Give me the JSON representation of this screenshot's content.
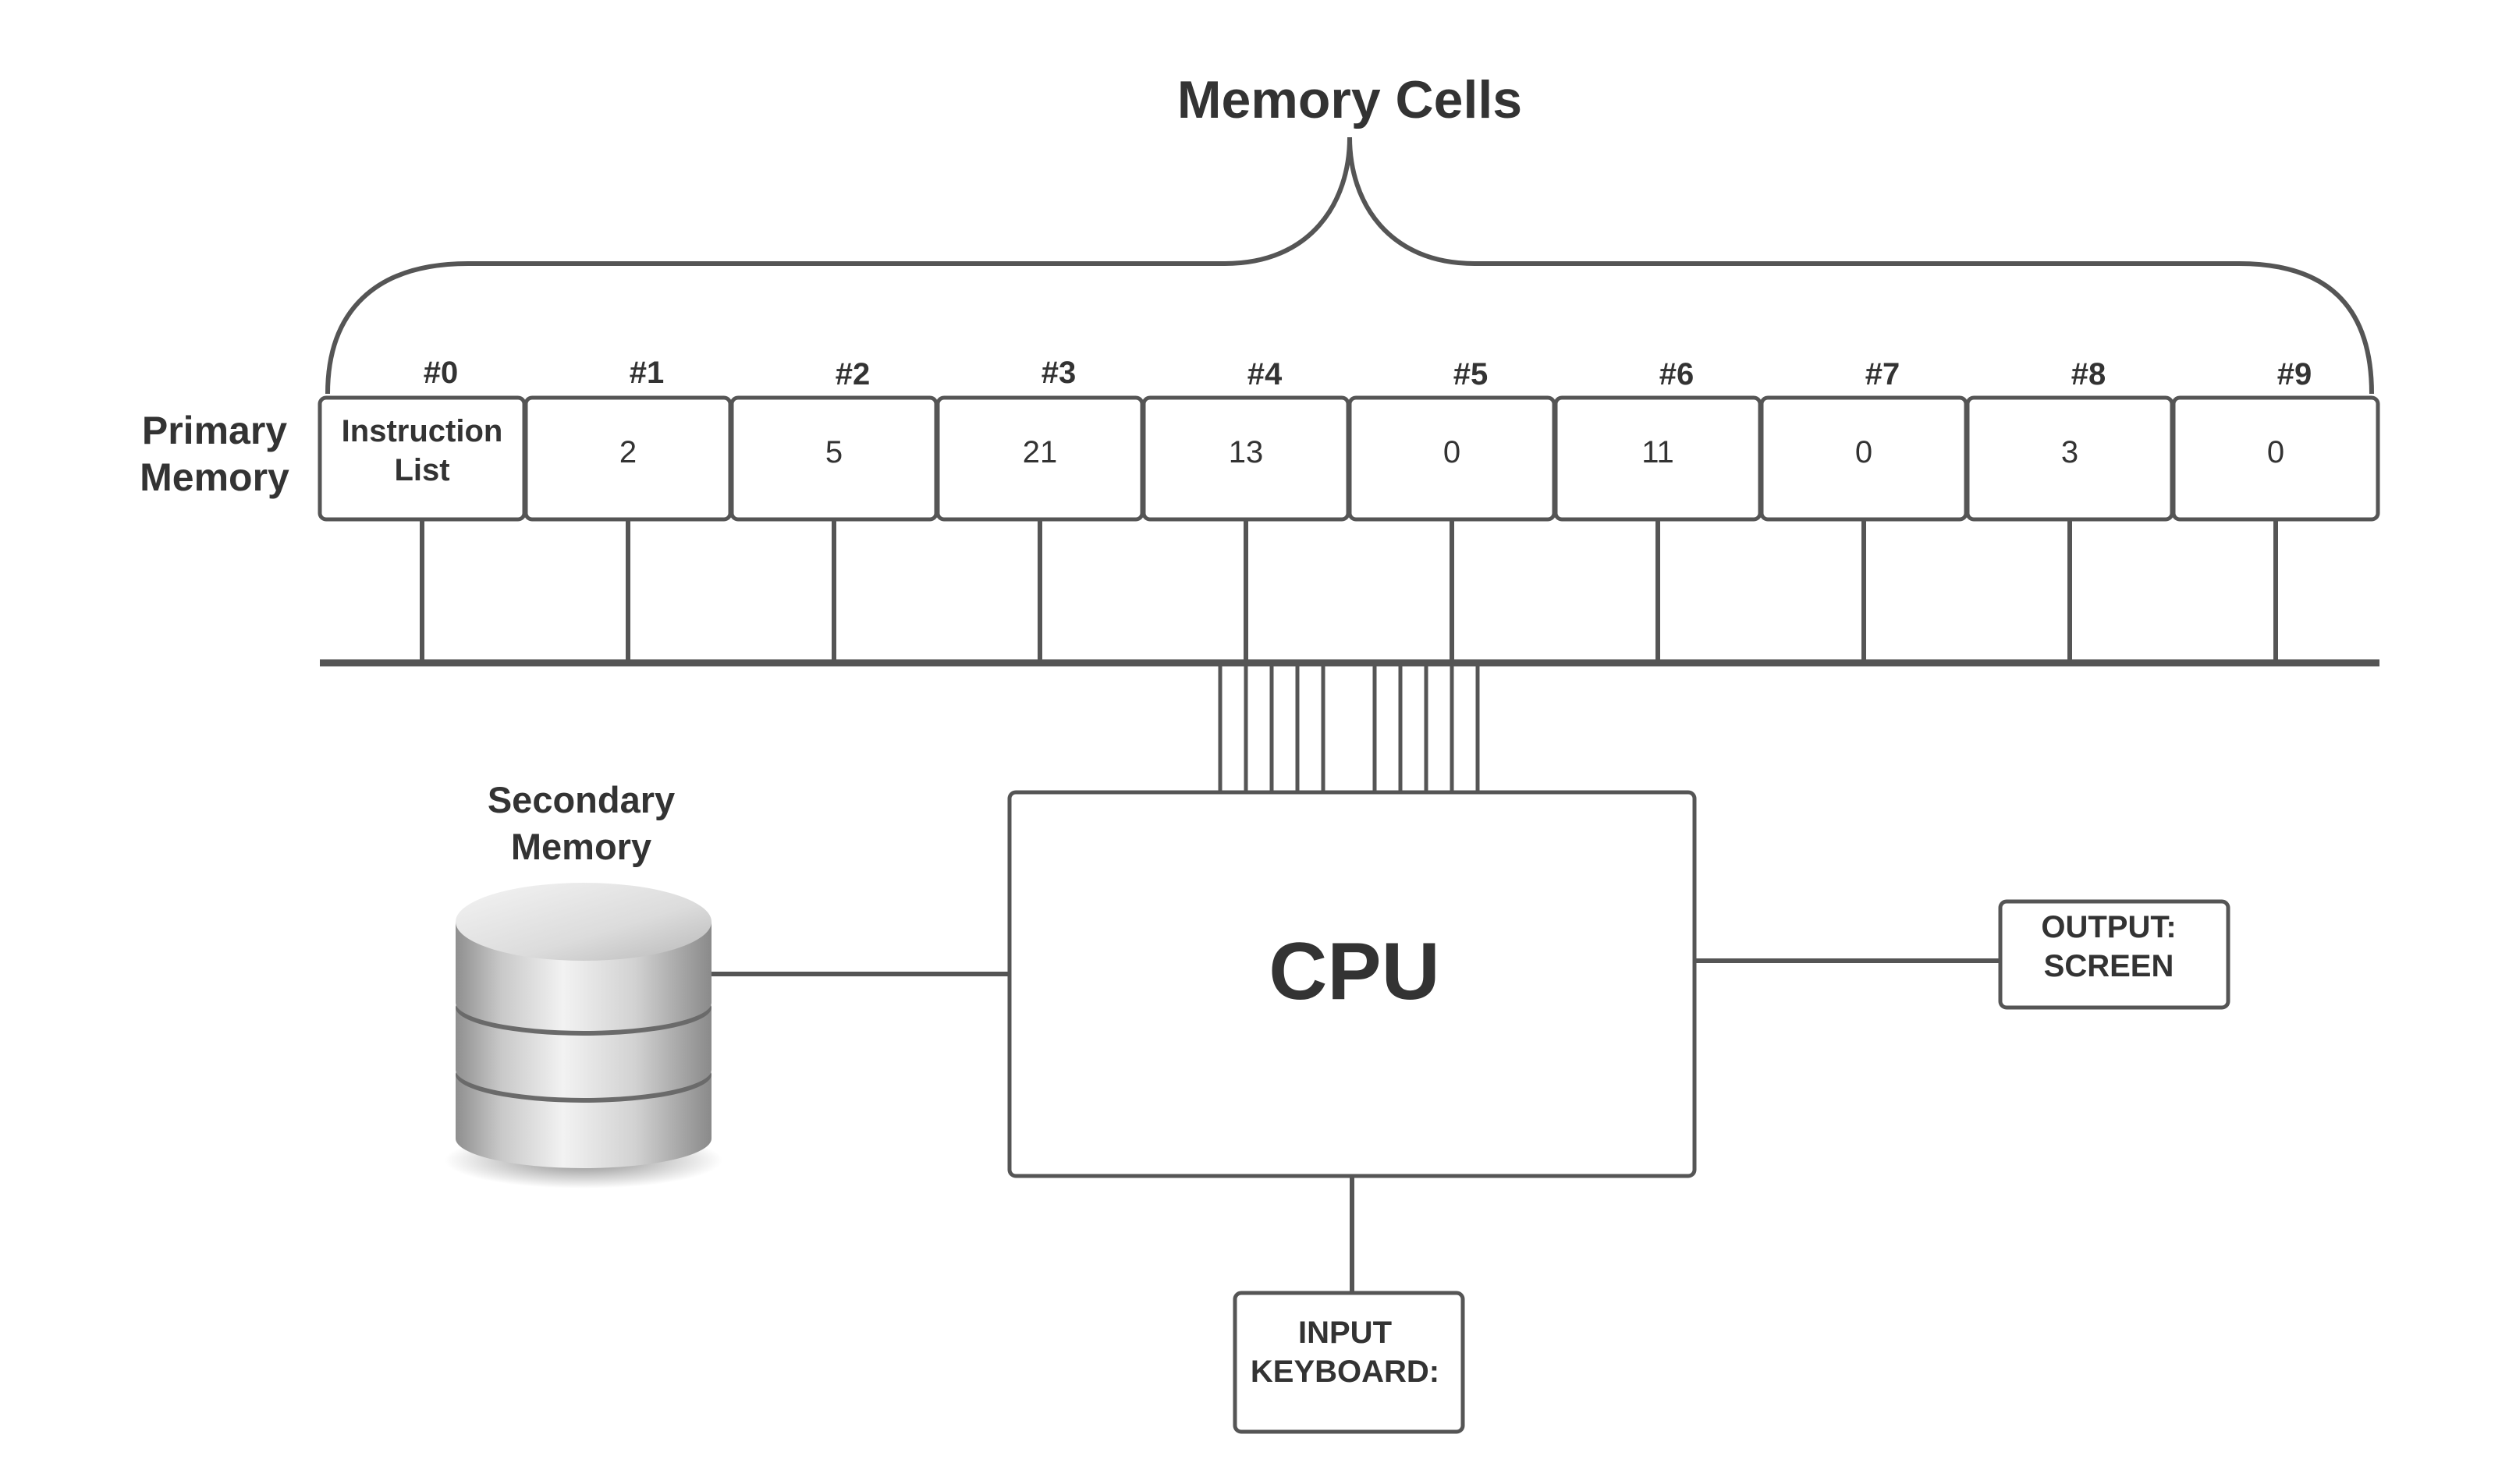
{
  "diagram": {
    "title": "Memory Cells",
    "primary_memory": {
      "label_line1": "Primary",
      "label_line2": "Memory",
      "cells": [
        {
          "index": "#0",
          "line1": "Instruction",
          "line2": "List"
        },
        {
          "index": "#1",
          "value": "2"
        },
        {
          "index": "#2",
          "value": "5"
        },
        {
          "index": "#3",
          "value": "21"
        },
        {
          "index": "#4",
          "value": "13"
        },
        {
          "index": "#5",
          "value": "0"
        },
        {
          "index": "#6",
          "value": "11"
        },
        {
          "index": "#7",
          "value": "0"
        },
        {
          "index": "#8",
          "value": "3"
        },
        {
          "index": "#9",
          "value": "0"
        }
      ]
    },
    "secondary_memory": {
      "label_line1": "Secondary",
      "label_line2": "Memory"
    },
    "cpu": {
      "label": "CPU"
    },
    "output": {
      "line1": "OUTPUT:",
      "line2": "SCREEN"
    },
    "input": {
      "line1": "INPUT",
      "line2": "KEYBOARD:"
    },
    "colors": {
      "line": "#555555",
      "text": "#333333",
      "box_fill": "#ffffff"
    },
    "icons": {
      "secondary_memory": "database-icon"
    }
  }
}
